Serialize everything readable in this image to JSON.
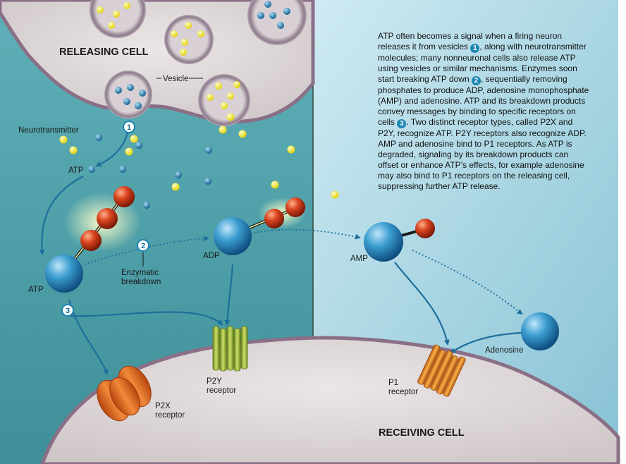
{
  "labels": {
    "releasing_cell": "RELEASING CELL",
    "receiving_cell": "RECEIVING CELL",
    "vesicle": "Vesicle",
    "neurotransmitter": "Neurotransmitter",
    "atp_top": "ATP",
    "atp_bottom": "ATP",
    "adp": "ADP",
    "amp": "AMP",
    "adenosine": "Adenosine",
    "enzymatic_line1": "Enzymatic",
    "enzymatic_line2": "breakdown",
    "p2x_line1": "P2X",
    "p2x_line2": "receptor",
    "p2y_line1": "P2Y",
    "p2y_line2": "receptor",
    "p1_line1": "P1",
    "p1_line2": "receptor"
  },
  "step_numbers": [
    "1",
    "2",
    "3"
  ],
  "description": {
    "part1": "ATP often becomes a signal when a firing neuron releases it from vesicles ",
    "num1": "1",
    "part2": ", along with neurotransmitter molecules; many nonneuronal cells also release ATP using vesicles or similar mechanisms. Enzymes soon start breaking ATP down ",
    "num2": "2",
    "part3": ", sequentially removing phosphates to produce ADP, adenosine monophosphate (AMP) and adenosine. ATP and its breakdown products convey messages by binding to specific receptors on cells ",
    "num3": "3",
    "part4": ". Two distinct receptor types, called P2X and P2Y, recognize ATP. P2Y receptors also recognize ADP. AMP and adenosine bind to P1 receptors. As ATP is degraded, signaling by its breakdown products can offset or enhance ATP’s effects, for example adenosine may also bind to P1 receptors on the releasing cell, suppressing further ATP release."
  },
  "colors": {
    "extracellular_left": "#6fb8bf",
    "extracellular_right": "#a9d7e4",
    "cell_fill": "#ddd6d6",
    "cell_edge": "#8a6f86",
    "atp_blue": "#2f8ec2",
    "phosphate_red": "#c8341a",
    "neurotransmitter_yellow": "#f2e21a",
    "arrow_blue": "#1d6f9c",
    "p2x_orange": "#e0681e",
    "p2y_green": "#a8c03a",
    "p1_orange": "#e7871d"
  }
}
